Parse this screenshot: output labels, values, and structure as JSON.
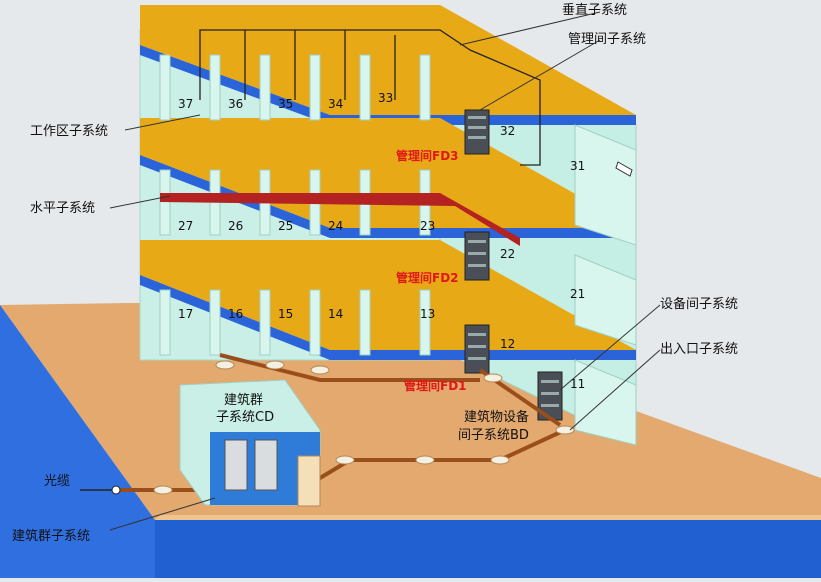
{
  "labels": {
    "vertical": "垂直子系统",
    "admin": "管理间子系统",
    "work_area": "工作区子系统",
    "horizontal": "水平子系统",
    "equipment_room": "设备间子系统",
    "entrance": "出入口子系统",
    "fiber": "光缆",
    "campus": "建筑群子系统",
    "fd3": "管理间FD3",
    "fd2": "管理间FD2",
    "fd1": "管理间FD1",
    "cd_line1": "建筑群",
    "cd_line2": "子系统CD",
    "bd_line1": "建筑物设备",
    "bd_line2": "间子系统BD"
  },
  "rooms": {
    "floor3": [
      "37",
      "36",
      "35",
      "34",
      "33",
      "32",
      "31"
    ],
    "floor2": [
      "27",
      "26",
      "25",
      "24",
      "23",
      "22",
      "21"
    ],
    "floor1": [
      "17",
      "16",
      "15",
      "14",
      "13",
      "12",
      "11"
    ]
  },
  "colors": {
    "floor_slab": "#e8a916",
    "slab_edge": "#2b63d8",
    "wall": "#c6f0e6",
    "ground": "#e3a96e",
    "water": "#2f6fe0",
    "cable_red": "#b52222",
    "cable_brown": "#9a4e1c"
  }
}
